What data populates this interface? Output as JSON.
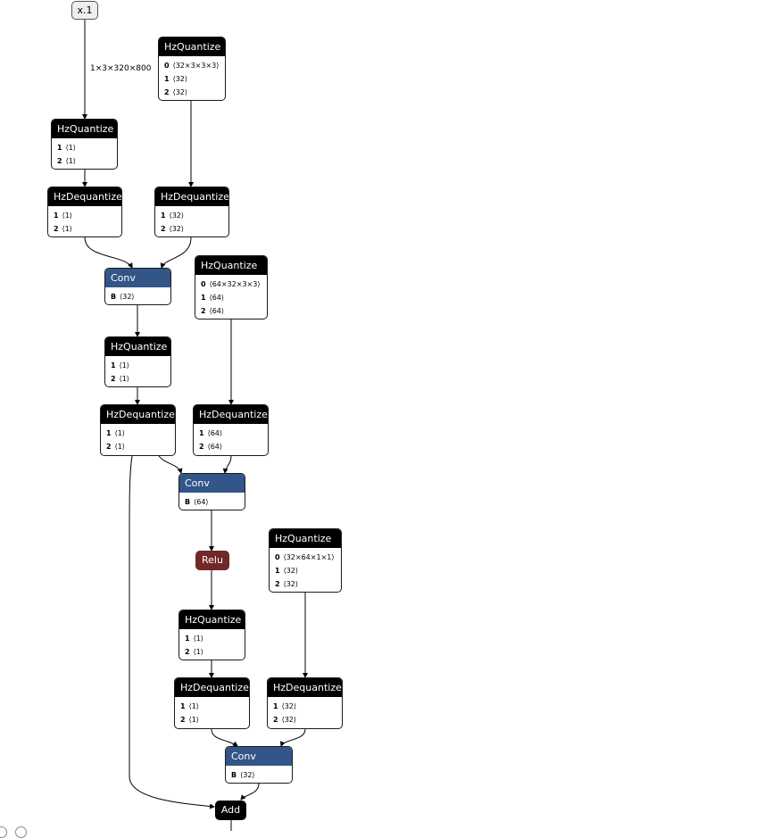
{
  "input": {
    "label": "x.1"
  },
  "edge_labels": {
    "input_shape": "1×3×320×800"
  },
  "nodes": {
    "q_in": {
      "title": "HzQuantize",
      "attrs": [
        {
          "k": "1",
          "v": "⟨1⟩"
        },
        {
          "k": "2",
          "v": "⟨1⟩"
        }
      ]
    },
    "qw1": {
      "title": "HzQuantize",
      "attrs": [
        {
          "k": "0",
          "v": "⟨32×3×3×3⟩"
        },
        {
          "k": "1",
          "v": "⟨32⟩"
        },
        {
          "k": "2",
          "v": "⟨32⟩"
        }
      ]
    },
    "dq_in": {
      "title": "HzDequantize",
      "attrs": [
        {
          "k": "1",
          "v": "⟨1⟩"
        },
        {
          "k": "2",
          "v": "⟨1⟩"
        }
      ]
    },
    "dqw1": {
      "title": "HzDequantize",
      "attrs": [
        {
          "k": "1",
          "v": "⟨32⟩"
        },
        {
          "k": "2",
          "v": "⟨32⟩"
        }
      ]
    },
    "conv1": {
      "title": "Conv",
      "attrs": [
        {
          "k": "B",
          "v": "⟨32⟩"
        }
      ]
    },
    "qw2": {
      "title": "HzQuantize",
      "attrs": [
        {
          "k": "0",
          "v": "⟨64×32×3×3⟩"
        },
        {
          "k": "1",
          "v": "⟨64⟩"
        },
        {
          "k": "2",
          "v": "⟨64⟩"
        }
      ]
    },
    "q2": {
      "title": "HzQuantize",
      "attrs": [
        {
          "k": "1",
          "v": "⟨1⟩"
        },
        {
          "k": "2",
          "v": "⟨1⟩"
        }
      ]
    },
    "dq2": {
      "title": "HzDequantize",
      "attrs": [
        {
          "k": "1",
          "v": "⟨1⟩"
        },
        {
          "k": "2",
          "v": "⟨1⟩"
        }
      ]
    },
    "dqw2": {
      "title": "HzDequantize",
      "attrs": [
        {
          "k": "1",
          "v": "⟨64⟩"
        },
        {
          "k": "2",
          "v": "⟨64⟩"
        }
      ]
    },
    "conv2": {
      "title": "Conv",
      "attrs": [
        {
          "k": "B",
          "v": "⟨64⟩"
        }
      ]
    },
    "qw3": {
      "title": "HzQuantize",
      "attrs": [
        {
          "k": "0",
          "v": "⟨32×64×1×1⟩"
        },
        {
          "k": "1",
          "v": "⟨32⟩"
        },
        {
          "k": "2",
          "v": "⟨32⟩"
        }
      ]
    },
    "q3": {
      "title": "HzQuantize",
      "attrs": [
        {
          "k": "1",
          "v": "⟨1⟩"
        },
        {
          "k": "2",
          "v": "⟨1⟩"
        }
      ]
    },
    "dq3": {
      "title": "HzDequantize",
      "attrs": [
        {
          "k": "1",
          "v": "⟨1⟩"
        },
        {
          "k": "2",
          "v": "⟨1⟩"
        }
      ]
    },
    "dqw3": {
      "title": "HzDequantize",
      "attrs": [
        {
          "k": "1",
          "v": "⟨32⟩"
        },
        {
          "k": "2",
          "v": "⟨32⟩"
        }
      ]
    },
    "conv3": {
      "title": "Conv",
      "attrs": [
        {
          "k": "B",
          "v": "⟨32⟩"
        }
      ]
    }
  },
  "relu": {
    "label": "Relu"
  },
  "add": {
    "label": "Add"
  },
  "colors": {
    "header": "#000000",
    "conv_header": "#335588",
    "relu": "#702828",
    "input": "#eeeeee",
    "edge": "#000000"
  }
}
